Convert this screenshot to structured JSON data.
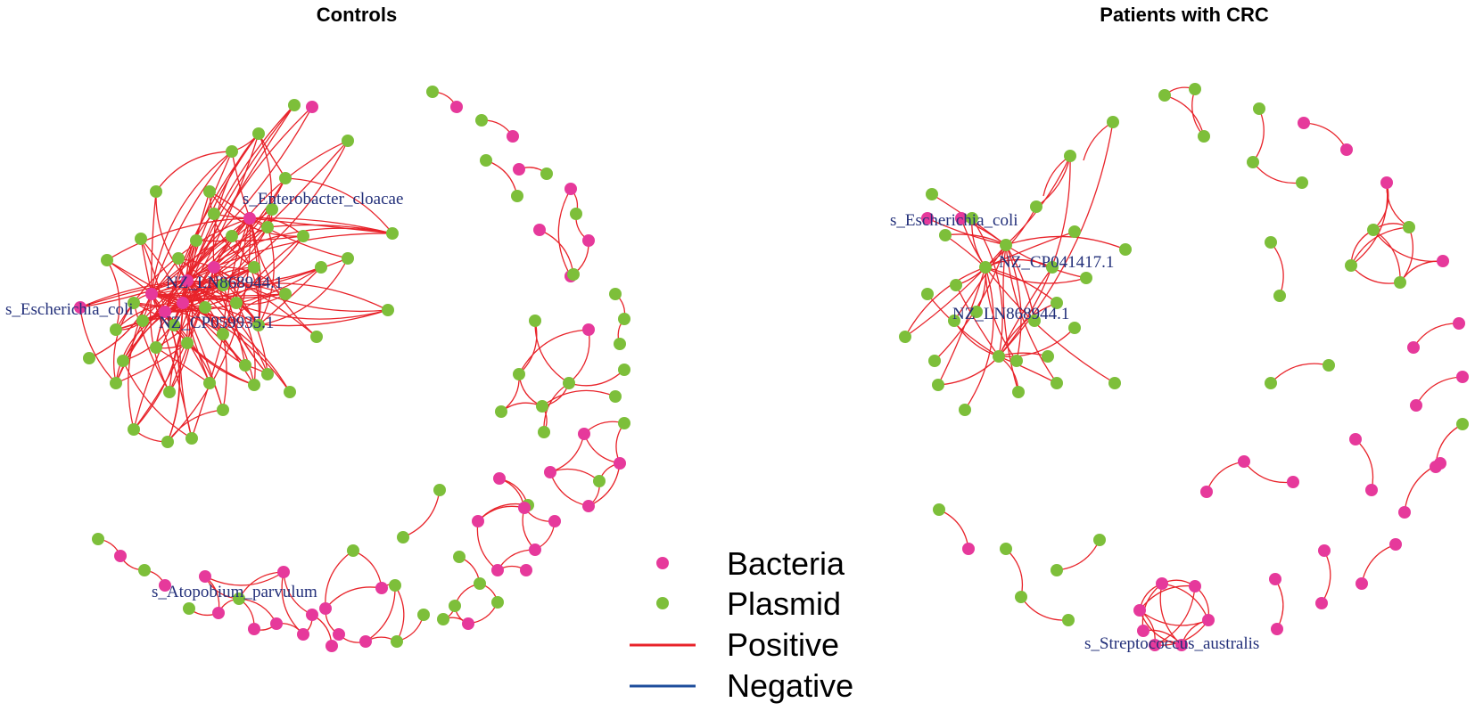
{
  "colors": {
    "bacteria": "#e6399b",
    "plasmid": "#7dbf3a",
    "positive": "#e8232a",
    "negative": "#1f4e9c"
  },
  "panels": [
    {
      "title": "Controls",
      "labels": [
        "s_Enterobacter_cloacae",
        "NZ_LN868944.1",
        "s_Escherichia_coli",
        "NZ_CP059935.1",
        "s_Atopobium_parvulum"
      ]
    },
    {
      "title": "Patients with CRC",
      "labels": [
        "s_Escherichia_coli",
        "NZ_CP041417.1",
        "NZ_LN868944.1",
        "s_Streptococcus_australis"
      ]
    }
  ],
  "legend": {
    "bacteria": "Bacteria",
    "plasmid": "Plasmid",
    "positive": "Positive",
    "negative": "Negative"
  }
}
